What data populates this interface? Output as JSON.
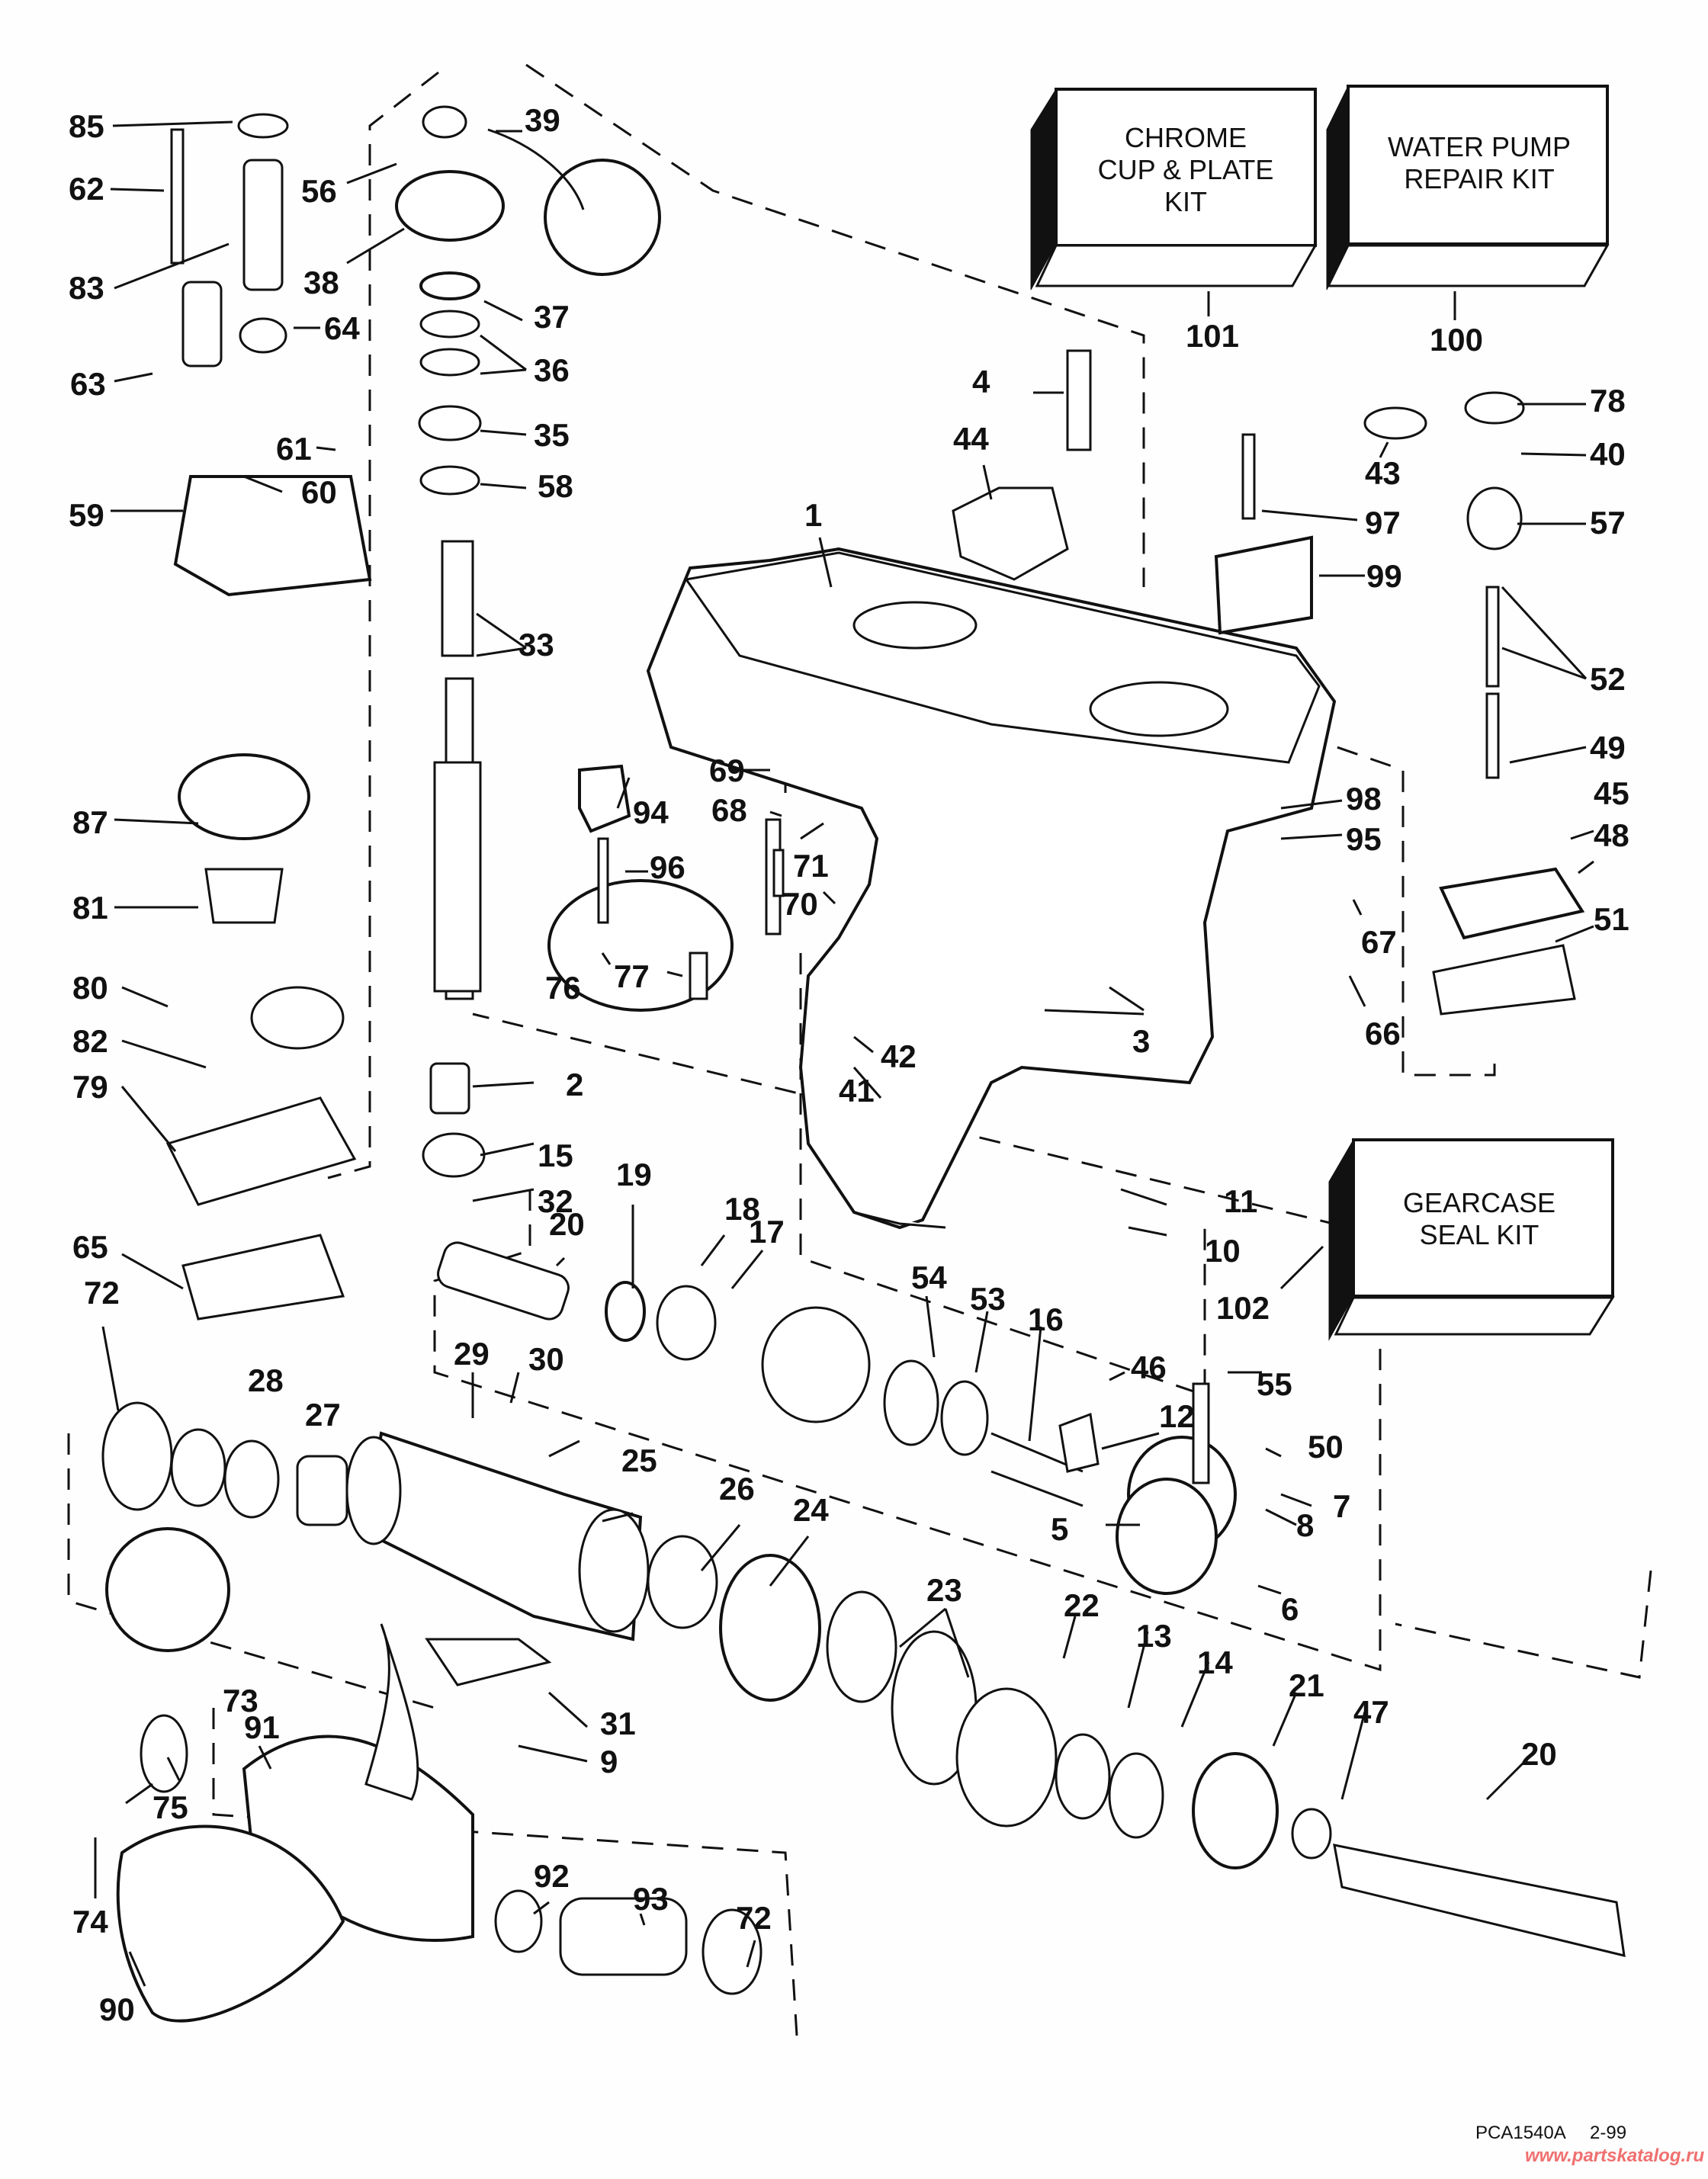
{
  "diagram": {
    "title": "Gearcase exploded parts diagram",
    "kits": [
      {
        "id": "101",
        "lines": [
          "CHROME",
          "CUP & PLATE",
          "KIT"
        ]
      },
      {
        "id": "100",
        "lines": [
          "WATER PUMP",
          "REPAIR KIT"
        ]
      },
      {
        "id": "102",
        "lines": [
          "GEARCASE",
          "SEAL KIT"
        ]
      }
    ],
    "callouts": [
      "85",
      "39",
      "62",
      "56",
      "83",
      "38",
      "37",
      "64",
      "36",
      "63",
      "35",
      "61",
      "60",
      "58",
      "59",
      "33",
      "87",
      "81",
      "80",
      "82",
      "79",
      "2",
      "15",
      "32",
      "65",
      "72",
      "28",
      "27",
      "20",
      "19",
      "18",
      "17",
      "29",
      "30",
      "25",
      "26",
      "24",
      "23",
      "31",
      "9",
      "73",
      "91",
      "75",
      "74",
      "90",
      "92",
      "93",
      "1",
      "4",
      "44",
      "43",
      "78",
      "40",
      "97",
      "57",
      "99",
      "52",
      "49",
      "45",
      "48",
      "51",
      "98",
      "95",
      "67",
      "66",
      "94",
      "69",
      "68",
      "71",
      "70",
      "96",
      "76",
      "77",
      "3",
      "42",
      "41",
      "11",
      "10",
      "54",
      "53",
      "16",
      "46",
      "55",
      "12",
      "50",
      "5",
      "7",
      "8",
      "6",
      "22",
      "13",
      "14",
      "21",
      "47"
    ],
    "footer": {
      "drawing_code": "PCA1540A",
      "date": "2-99",
      "watermark": "www.partskatalog.ru"
    }
  }
}
